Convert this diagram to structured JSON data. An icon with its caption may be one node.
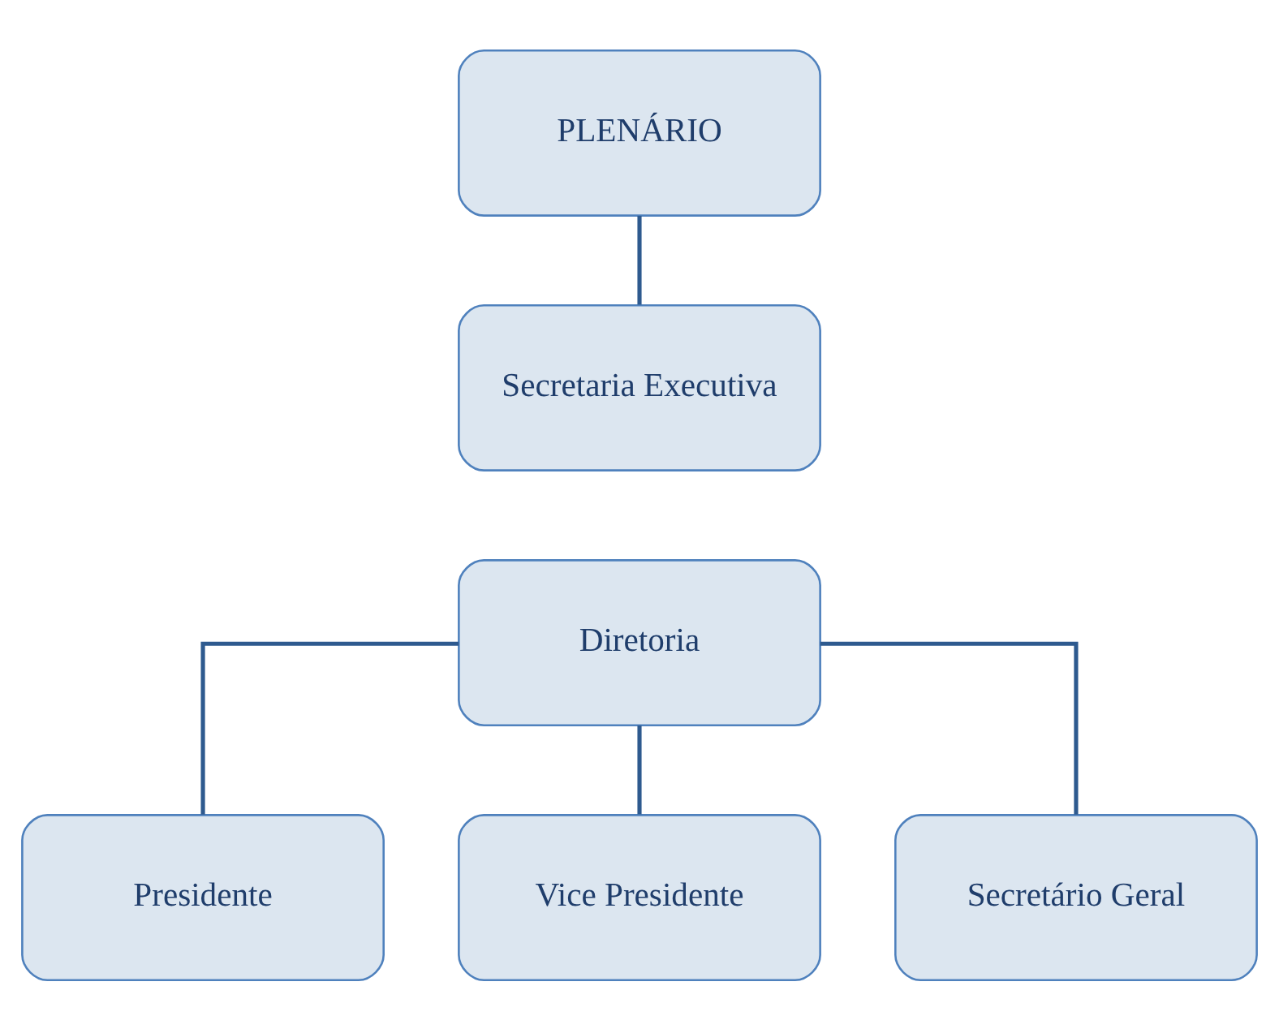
{
  "diagram": {
    "nodes": [
      {
        "text": [
          "PLENÁRIO"
        ]
      },
      {
        "text": [
          "Secretaria Executiva"
        ]
      },
      {
        "text": [
          "Diretoria"
        ]
      },
      {
        "text": [
          "Presidente"
        ]
      },
      {
        "text": [
          "Vice Presidente"
        ]
      },
      {
        "text": [
          "Secretário Geral"
        ]
      }
    ],
    "edges": [
      {
        "from": 0,
        "to": 1,
        "arrow": "none"
      },
      {
        "from": 2,
        "to": 3,
        "arrow": "none"
      },
      {
        "from": 2,
        "to": 4,
        "arrow": "none"
      },
      {
        "from": 2,
        "to": 5,
        "arrow": "none"
      }
    ]
  }
}
